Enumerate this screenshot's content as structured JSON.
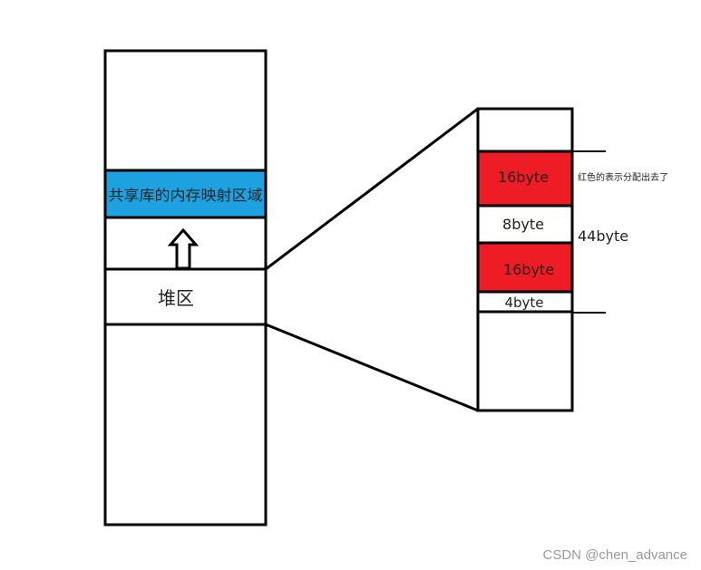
{
  "left_column": {
    "shared_lib_label": "共享库的内存映射区域",
    "heap_label": "堆区"
  },
  "detail": {
    "blocks": [
      {
        "label": "16byte",
        "allocated": true
      },
      {
        "label": "8byte",
        "allocated": false
      },
      {
        "label": "16byte",
        "allocated": true
      },
      {
        "label": "4byte",
        "allocated": false
      }
    ],
    "legend_note": "红色的表示分配出去了",
    "total_label": "44byte"
  },
  "colors": {
    "shared_lib_fill": "#1da1e0",
    "allocated_fill": "#ee1c25",
    "outline": "#000000"
  },
  "watermark": "CSDN @chen_advance"
}
